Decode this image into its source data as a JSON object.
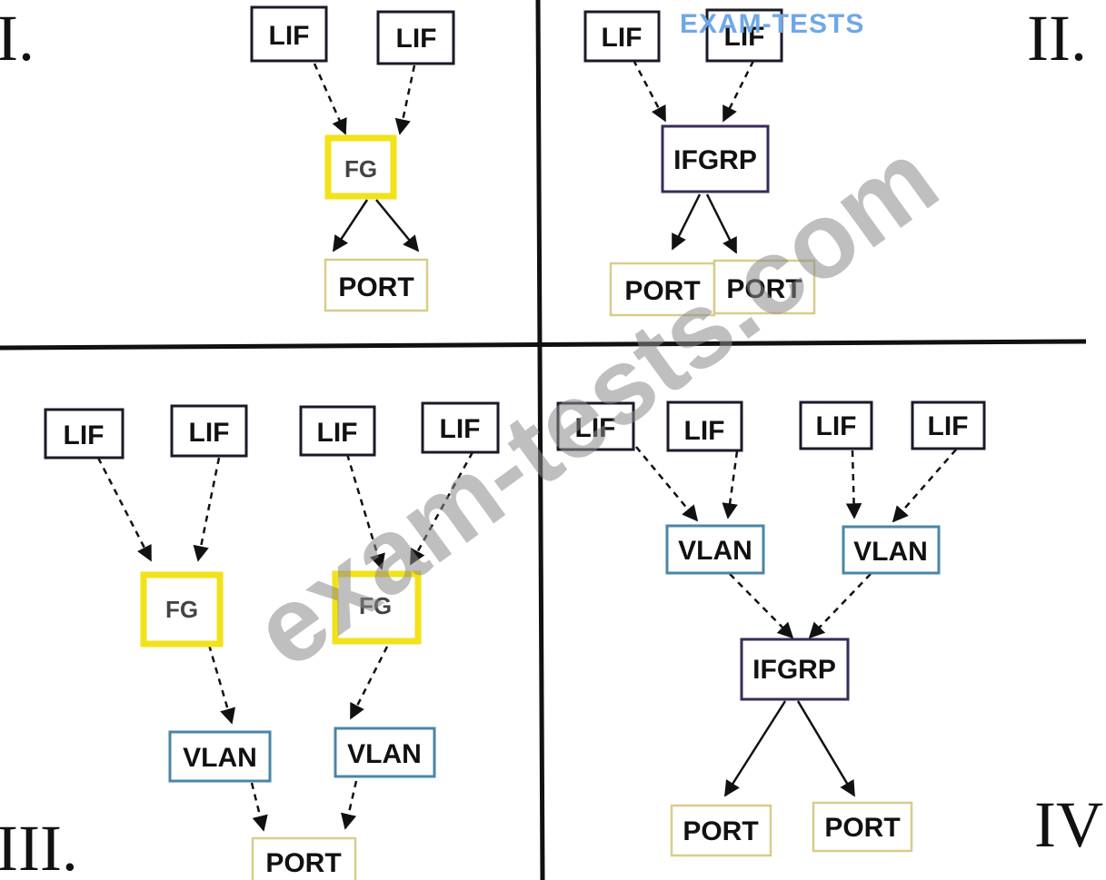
{
  "quadrants": {
    "q1": {
      "numeral": "I.",
      "lif_a": "LIF",
      "lif_b": "LIF",
      "fg": "FG",
      "port": "PORT"
    },
    "q2": {
      "numeral": "II.",
      "lif_a": "LIF",
      "lif_b": "LIF",
      "ifgrp": "IFGRP",
      "port_a": "PORT",
      "port_b": "PORT"
    },
    "q3": {
      "numeral": "III.",
      "lif_a": "LIF",
      "lif_b": "LIF",
      "lif_c": "LIF",
      "lif_d": "LIF",
      "fg_a": "FG",
      "fg_b": "FG",
      "vlan_a": "VLAN",
      "vlan_b": "VLAN",
      "port": "PORT"
    },
    "q4": {
      "numeral": "IV",
      "lif_a": "LIF",
      "lif_b": "LIF",
      "lif_c": "LIF",
      "lif_d": "LIF",
      "vlan_a": "VLAN",
      "vlan_b": "VLAN",
      "ifgrp": "IFGRP",
      "port_a": "PORT",
      "port_b": "PORT"
    }
  },
  "watermark": {
    "diagonal": "exam-tests.com",
    "logo": "EXAM-TESTS"
  },
  "colors": {
    "fg_border": "#f2e21a",
    "vlan_border": "#4a86a8",
    "ifgrp_border": "#3a2a5a",
    "port_border": "#d8cc8a",
    "lif_border": "#1a1a2a"
  }
}
